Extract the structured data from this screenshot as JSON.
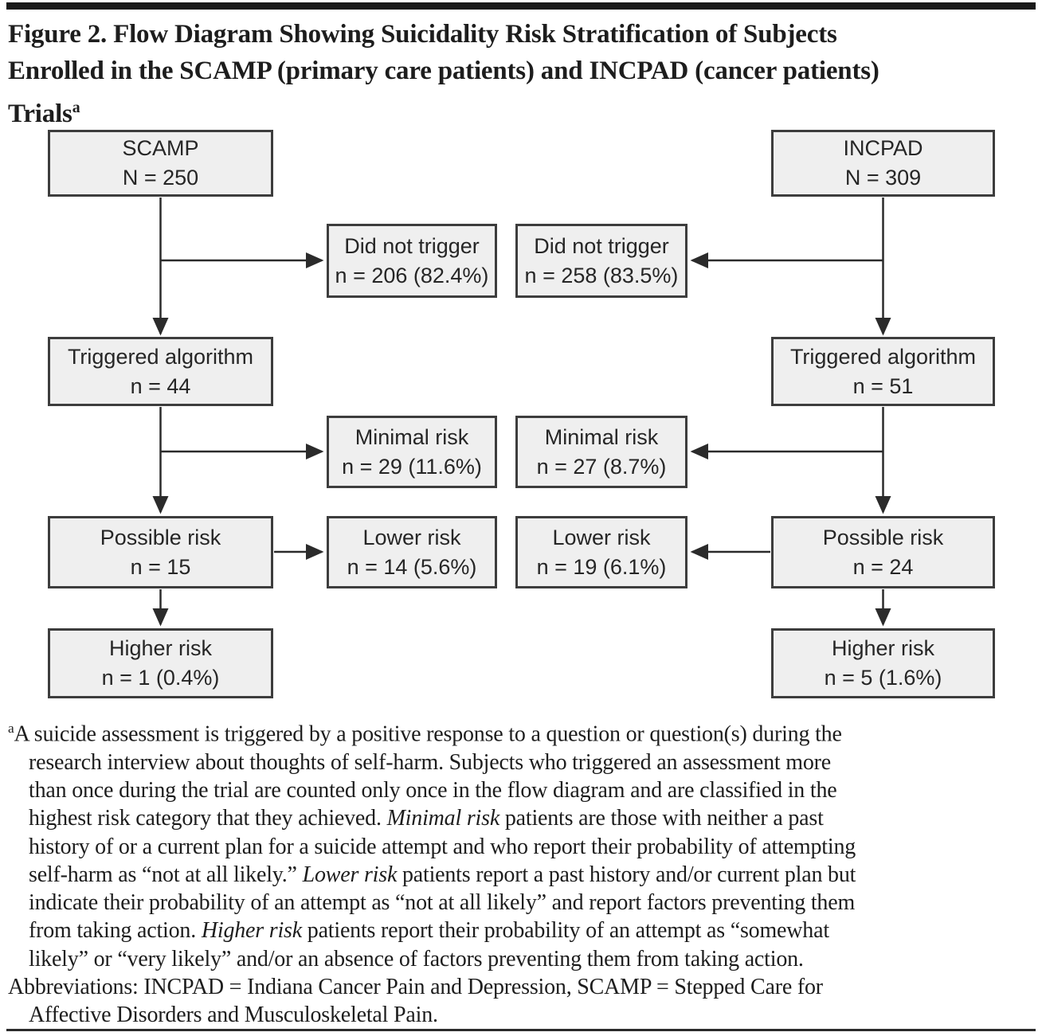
{
  "colors": {
    "box_fill": "#efefef",
    "box_border": "#3d3d3d",
    "connector_line": "#2b2b2b",
    "text": "#1d1d1d",
    "top_rule": "#1a1a1a"
  },
  "title": {
    "lines": [
      "Figure 2. Flow Diagram Showing Suicidality Risk Stratification of Subjects",
      "Enrolled in the SCAMP (primary care patients) and INCPAD (cancer patients)",
      "Trials"
    ],
    "superscript": "a"
  },
  "diagram": {
    "boxes": {
      "scamp": {
        "line1": "SCAMP",
        "line2": "N = 250"
      },
      "scamp_did_not_trigger": {
        "line1": "Did not trigger",
        "line2": "n = 206 (82.4%)"
      },
      "scamp_triggered": {
        "line1": "Triggered algorithm",
        "line2": "n = 44"
      },
      "scamp_minimal": {
        "line1": "Minimal risk",
        "line2": "n = 29 (11.6%)"
      },
      "scamp_possible": {
        "line1": "Possible risk",
        "line2": "n = 15"
      },
      "scamp_lower": {
        "line1": "Lower risk",
        "line2": "n = 14 (5.6%)"
      },
      "scamp_higher": {
        "line1": "Higher risk",
        "line2": "n = 1 (0.4%)"
      },
      "incpad": {
        "line1": "INCPAD",
        "line2": "N = 309"
      },
      "incpad_did_not_trigger": {
        "line1": "Did not trigger",
        "line2": "n = 258 (83.5%)"
      },
      "incpad_triggered": {
        "line1": "Triggered algorithm",
        "line2": "n = 51"
      },
      "incpad_minimal": {
        "line1": "Minimal risk",
        "line2": "n = 27 (8.7%)"
      },
      "incpad_possible": {
        "line1": "Possible risk",
        "line2": "n = 24"
      },
      "incpad_lower": {
        "line1": "Lower risk",
        "line2": "n = 19 (6.1%)"
      },
      "incpad_higher": {
        "line1": "Higher risk",
        "line2": "n = 5 (1.6%)"
      }
    }
  },
  "footnote": {
    "paragraphs": [
      {
        "lines": [
          {
            "indent": false,
            "segments": [
              {
                "sup": "a"
              },
              {
                "text": "A suicide assessment is triggered by a positive response to a question or question(s) during the"
              }
            ]
          },
          {
            "indent": true,
            "segments": [
              {
                "text": "research interview about thoughts of self-harm. Subjects who triggered an assessment more"
              }
            ]
          },
          {
            "indent": true,
            "segments": [
              {
                "text": "than once during the trial are counted only once in the flow diagram and are classified in the"
              }
            ]
          },
          {
            "indent": true,
            "segments": [
              {
                "text": "highest risk category that they achieved. "
              },
              {
                "text": "Minimal risk",
                "italic": true
              },
              {
                "text": " patients are those with neither a past"
              }
            ]
          },
          {
            "indent": true,
            "segments": [
              {
                "text": "history of or a current plan for a suicide attempt and who report their probability of attempting"
              }
            ]
          },
          {
            "indent": true,
            "segments": [
              {
                "text": "self-harm as “not at all likely.” "
              },
              {
                "text": "Lower risk",
                "italic": true
              },
              {
                "text": " patients report a past history and/or current plan but"
              }
            ]
          },
          {
            "indent": true,
            "segments": [
              {
                "text": "indicate their probability of an attempt as “not at all likely” and report factors preventing them"
              }
            ]
          },
          {
            "indent": true,
            "segments": [
              {
                "text": "from taking action. "
              },
              {
                "text": "Higher risk",
                "italic": true
              },
              {
                "text": " patients report their probability of an attempt as “somewhat"
              }
            ]
          },
          {
            "indent": true,
            "segments": [
              {
                "text": "likely” or “very likely” and/or an absence of factors preventing them from taking action."
              }
            ]
          }
        ]
      },
      {
        "lines": [
          {
            "indent": false,
            "segments": [
              {
                "text": "Abbreviations: INCPAD = Indiana Cancer Pain and Depression, SCAMP = Stepped Care for"
              }
            ]
          },
          {
            "indent": true,
            "segments": [
              {
                "text": "Affective Disorders and Musculoskeletal Pain."
              }
            ]
          }
        ]
      }
    ]
  }
}
